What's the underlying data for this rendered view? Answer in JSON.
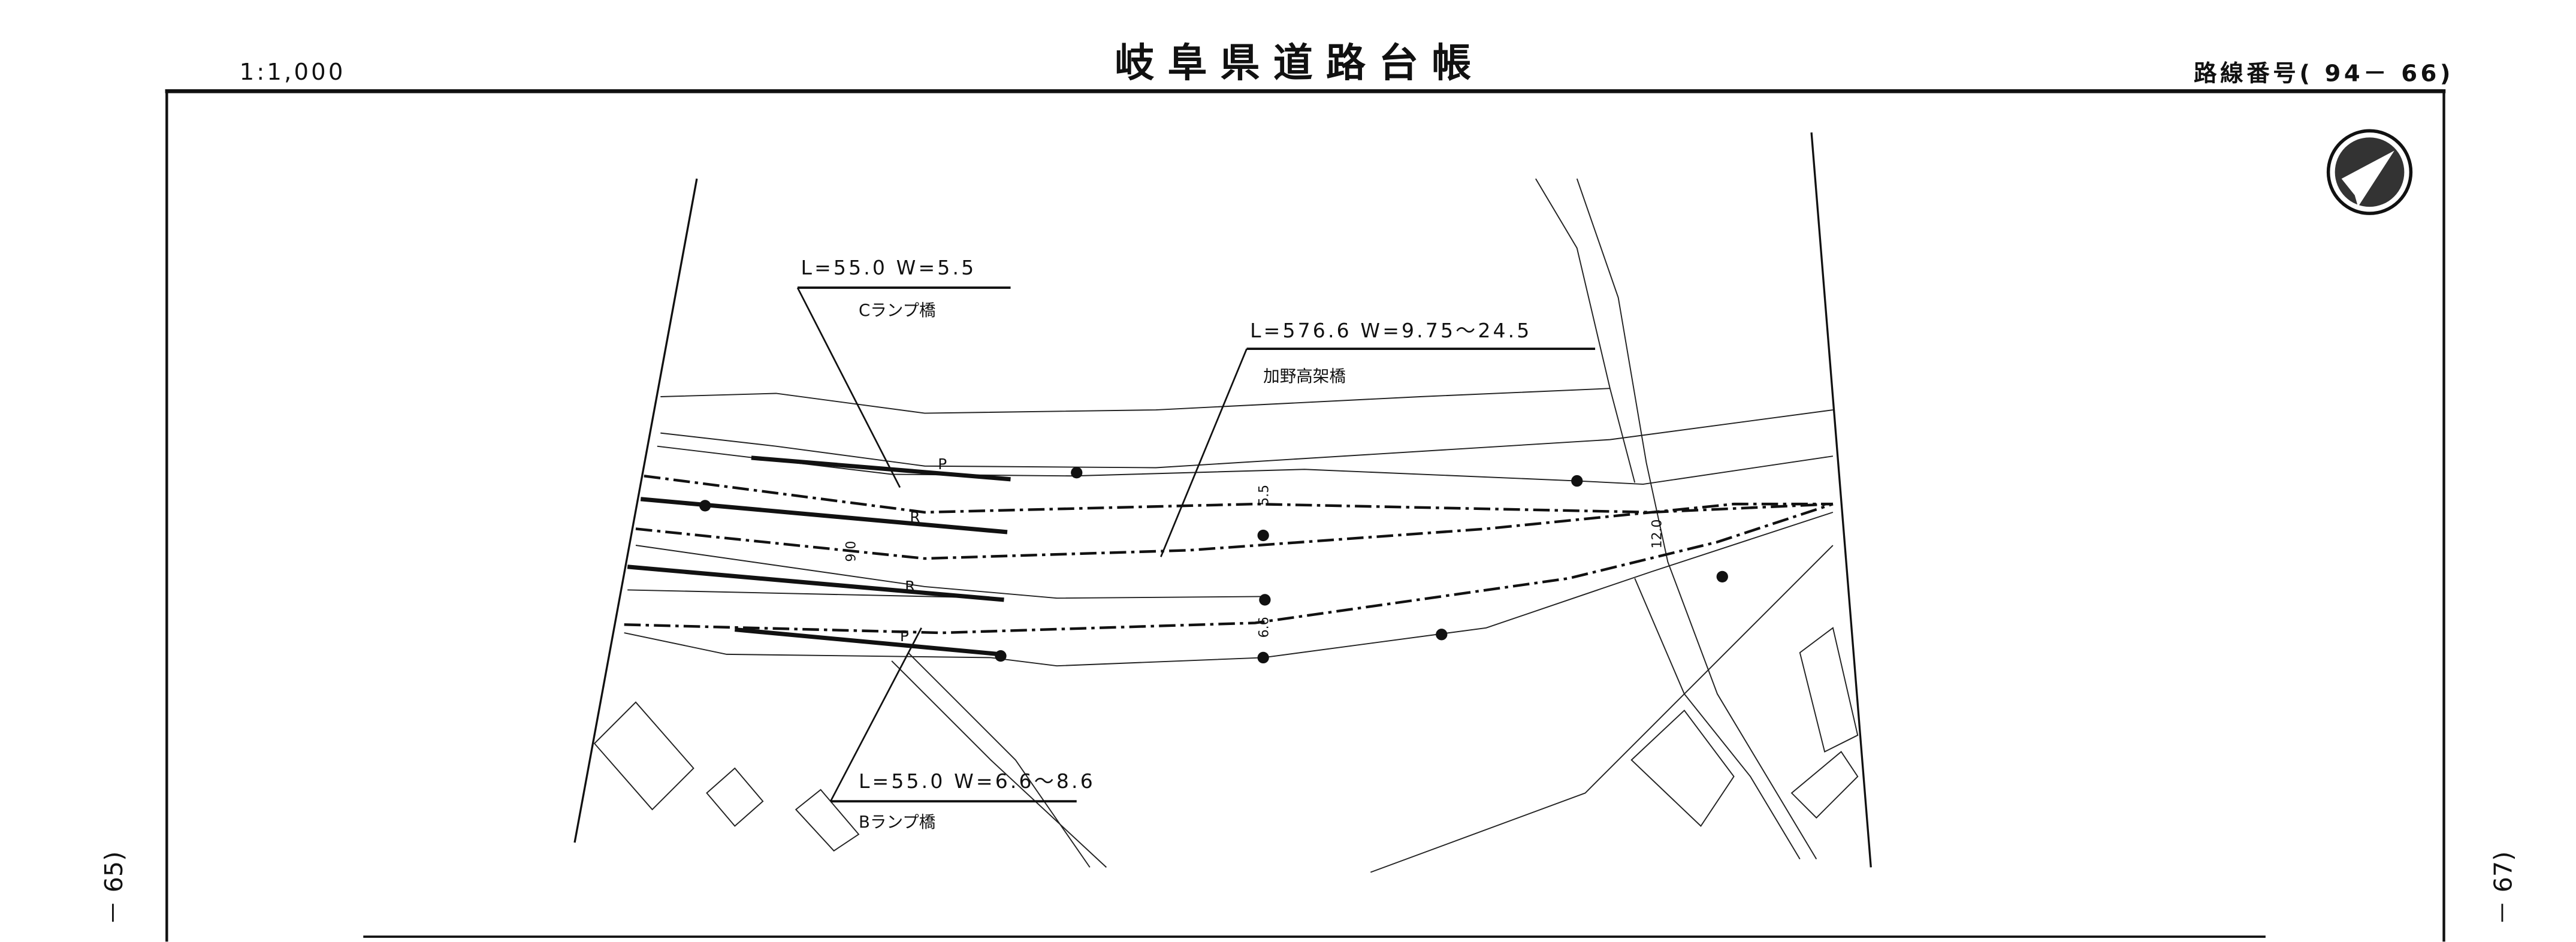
{
  "header": {
    "scale": "1:1,000",
    "title": "岐阜県道路台帳",
    "route_number": "路線番号(  94－  66)"
  },
  "side": {
    "prev_page": "－ 65)",
    "next_page": "－ 67)"
  },
  "map": {
    "compass_icon": "north-arrow-icon",
    "bridges": [
      {
        "dims": "L=55.0 W=5.5",
        "name": "Cランプ橋"
      },
      {
        "dims": "L=576.6 W=9.75～24.5",
        "name": "加野高架橋"
      },
      {
        "dims": "L=55.0 W=6.6～8.6",
        "name": "Bランプ橋"
      }
    ],
    "widths": [
      "5.5",
      "9.0",
      "6.6",
      "12.0"
    ],
    "rail_marks": [
      "P",
      "R",
      "R",
      "P"
    ]
  }
}
